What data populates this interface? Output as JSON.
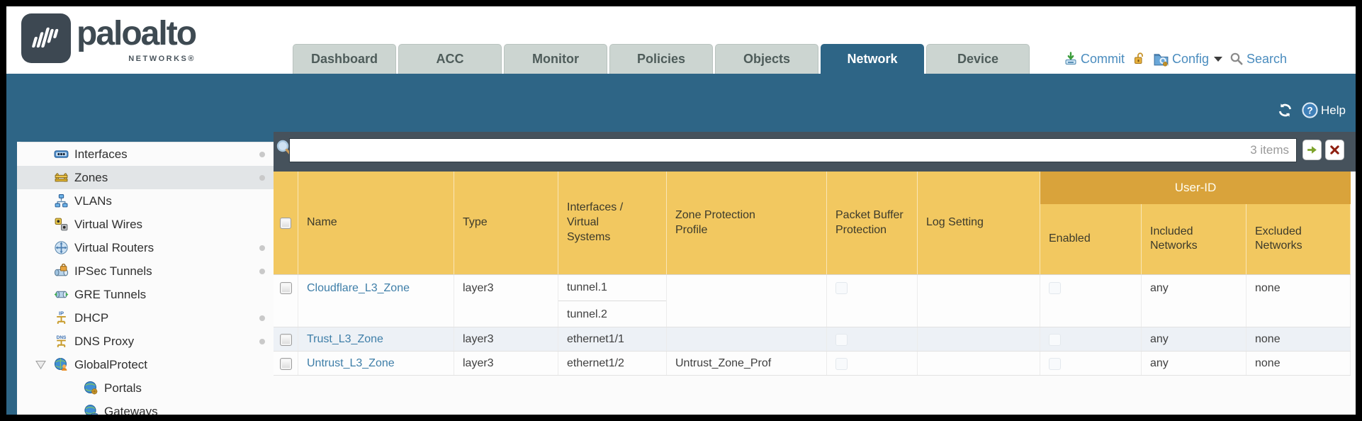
{
  "header": {
    "logo": {
      "brand": "paloalto",
      "sub": "NETWORKS®"
    },
    "tabs": [
      {
        "label": "Dashboard",
        "active": false
      },
      {
        "label": "ACC",
        "active": false
      },
      {
        "label": "Monitor",
        "active": false
      },
      {
        "label": "Policies",
        "active": false
      },
      {
        "label": "Objects",
        "active": false
      },
      {
        "label": "Network",
        "active": true
      },
      {
        "label": "Device",
        "active": false
      }
    ],
    "actions": {
      "commit_label": "Commit",
      "config_label": "Config",
      "search_label": "Search"
    }
  },
  "subheader": {
    "help_label": "Help"
  },
  "sidebar": {
    "items": [
      {
        "label": "Interfaces",
        "icon": "interfaces-icon",
        "dot": true,
        "selected": false,
        "indent": 0
      },
      {
        "label": "Zones",
        "icon": "zones-icon",
        "dot": true,
        "selected": true,
        "indent": 0
      },
      {
        "label": "VLANs",
        "icon": "vlans-icon",
        "dot": false,
        "selected": false,
        "indent": 0
      },
      {
        "label": "Virtual Wires",
        "icon": "virtual-wires-icon",
        "dot": false,
        "selected": false,
        "indent": 0
      },
      {
        "label": "Virtual Routers",
        "icon": "virtual-routers-icon",
        "dot": true,
        "selected": false,
        "indent": 0
      },
      {
        "label": "IPSec Tunnels",
        "icon": "ipsec-tunnels-icon",
        "dot": true,
        "selected": false,
        "indent": 0
      },
      {
        "label": "GRE Tunnels",
        "icon": "gre-tunnels-icon",
        "dot": false,
        "selected": false,
        "indent": 0
      },
      {
        "label": "DHCP",
        "icon": "dhcp-icon",
        "dot": true,
        "selected": false,
        "indent": 0
      },
      {
        "label": "DNS Proxy",
        "icon": "dns-proxy-icon",
        "dot": true,
        "selected": false,
        "indent": 0
      },
      {
        "label": "GlobalProtect",
        "icon": "globalprotect-icon",
        "dot": false,
        "selected": false,
        "indent": 0,
        "expandable": true
      },
      {
        "label": "Portals",
        "icon": "portals-icon",
        "dot": false,
        "selected": false,
        "indent": 1
      },
      {
        "label": "Gateways",
        "icon": "gateways-icon",
        "dot": false,
        "selected": false,
        "indent": 1
      }
    ]
  },
  "toolbar": {
    "filter_value": "",
    "filter_placeholder": "",
    "items_count": "3 items"
  },
  "table": {
    "group_header": "User-ID",
    "columns": [
      "Name",
      "Type",
      "Interfaces / Virtual Systems",
      "Zone Protection Profile",
      "Packet Buffer Protection",
      "Log Setting",
      "Enabled",
      "Included Networks",
      "Excluded Networks"
    ],
    "rows": [
      {
        "name": "Cloudflare_L3_Zone",
        "type": "layer3",
        "interfaces": [
          "tunnel.1",
          "tunnel.2"
        ],
        "zone_protection_profile": "",
        "packet_buffer_protection": false,
        "log_setting": "",
        "enabled": false,
        "included_networks": "any",
        "excluded_networks": "none"
      },
      {
        "name": "Trust_L3_Zone",
        "type": "layer3",
        "interfaces": [
          "ethernet1/1"
        ],
        "zone_protection_profile": "",
        "packet_buffer_protection": false,
        "log_setting": "",
        "enabled": false,
        "included_networks": "any",
        "excluded_networks": "none"
      },
      {
        "name": "Untrust_L3_Zone",
        "type": "layer3",
        "interfaces": [
          "ethernet1/2"
        ],
        "zone_protection_profile": "Untrust_Zone_Prof",
        "packet_buffer_protection": false,
        "log_setting": "",
        "enabled": false,
        "included_networks": "any",
        "excluded_networks": "none"
      }
    ]
  },
  "colors": {
    "teal_band": "#2e6586",
    "toolbar_dark": "#46525c",
    "header_orange": "#f2c860",
    "group_band_orange": "#d9a33b",
    "inactive_tab": "#ccd5d1",
    "link_blue": "#3e7ea8",
    "action_blue": "#4a8cbe",
    "alt_row": "#edf1f6"
  }
}
